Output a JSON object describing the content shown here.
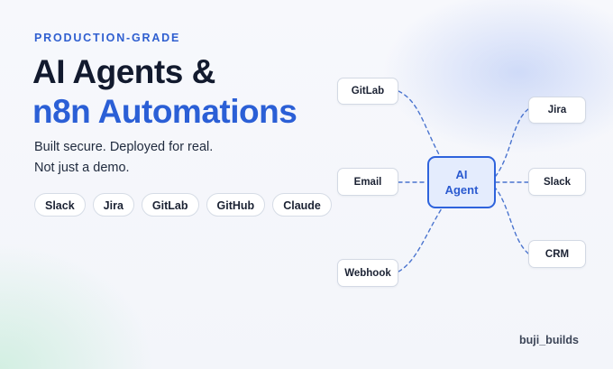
{
  "header": {
    "eyebrow": "PRODUCTION-GRADE",
    "title_line1": "AI Agents &",
    "title_line2": "n8n Automations",
    "subtitle_line1": "Built secure. Deployed for real.",
    "subtitle_line2": "Not just a demo."
  },
  "chips": [
    "Slack",
    "Jira",
    "GitLab",
    "GitHub",
    "Claude"
  ],
  "diagram": {
    "hub_line1": "AI",
    "hub_line2": "Agent",
    "left_nodes": [
      "GitLab",
      "Email",
      "Webhook"
    ],
    "right_nodes": [
      "Jira",
      "Slack",
      "CRM"
    ]
  },
  "footer": {
    "brand": "buji_builds"
  },
  "colors": {
    "accent": "#2b5fd6",
    "title": "#121a2e",
    "link": "#4a74cf",
    "hub_fill": "#e4ecfd"
  }
}
